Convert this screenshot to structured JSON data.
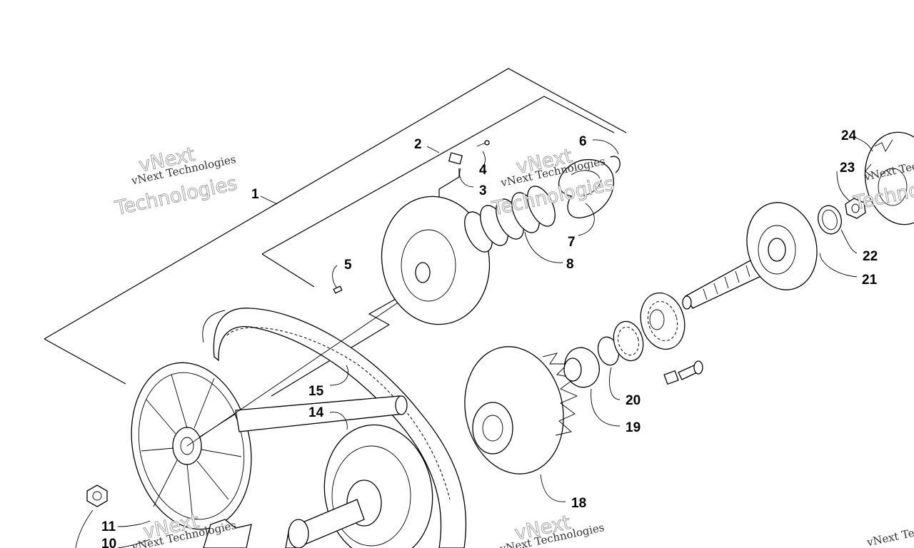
{
  "watermark": {
    "line1": "vNext Technologies",
    "line2": "vNext",
    "line3": "Technologies"
  },
  "callouts": [
    "1",
    "2",
    "3",
    "4",
    "5",
    "6",
    "7",
    "8",
    "10",
    "11",
    "14",
    "15",
    "18",
    "19",
    "20",
    "21",
    "22",
    "23",
    "24"
  ]
}
